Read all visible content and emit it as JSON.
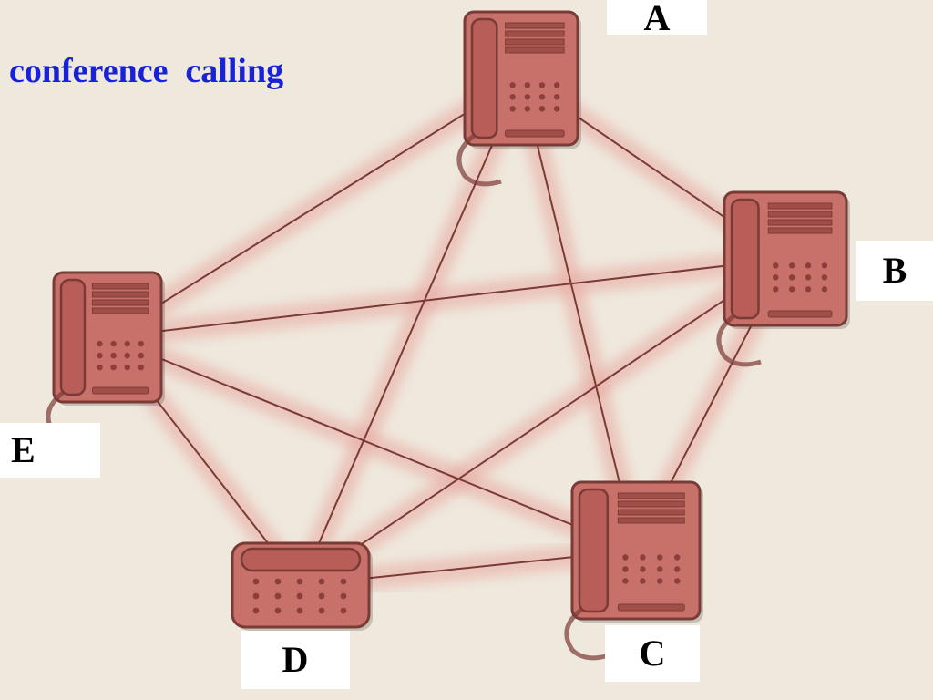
{
  "title": "conference  calling",
  "colors": {
    "background": "#efe8dd",
    "title": "#1a22d8",
    "phone_body": "#c8706a",
    "phone_dark": "#7a3b36",
    "connection_line": "#7a3b36",
    "connection_glow": "#e8a8a0"
  },
  "nodes": [
    {
      "id": "A",
      "label": "A",
      "icon": "telephone-icon"
    },
    {
      "id": "B",
      "label": "B",
      "icon": "telephone-icon"
    },
    {
      "id": "C",
      "label": "C",
      "icon": "telephone-icon"
    },
    {
      "id": "D",
      "label": "D",
      "icon": "telephone-icon"
    },
    {
      "id": "E",
      "label": "E",
      "icon": "telephone-icon"
    }
  ],
  "edges": [
    [
      "A",
      "B"
    ],
    [
      "A",
      "C"
    ],
    [
      "A",
      "D"
    ],
    [
      "A",
      "E"
    ],
    [
      "B",
      "C"
    ],
    [
      "B",
      "D"
    ],
    [
      "B",
      "E"
    ],
    [
      "C",
      "D"
    ],
    [
      "C",
      "E"
    ],
    [
      "D",
      "E"
    ]
  ]
}
